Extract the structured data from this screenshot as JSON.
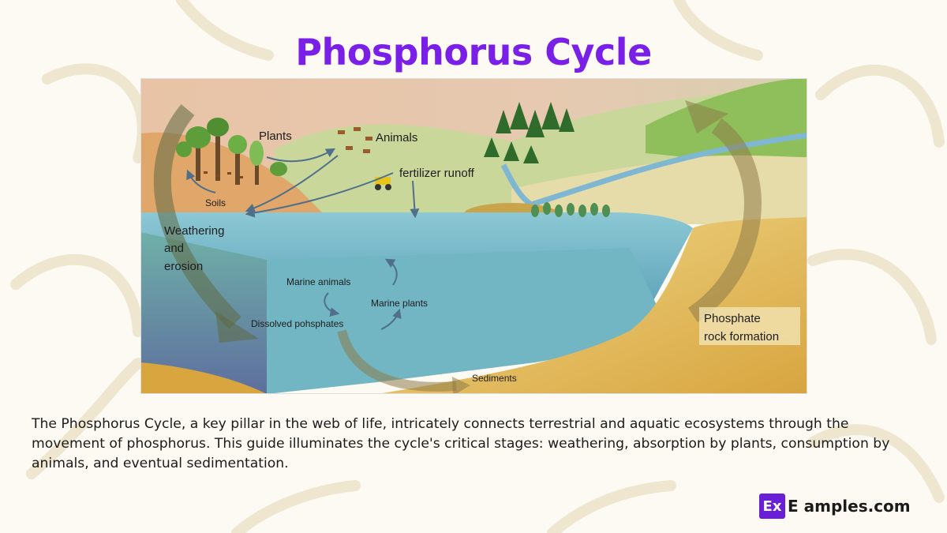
{
  "title": "Phosphorus Cycle",
  "diagram": {
    "labels": {
      "plants": "Plants",
      "animals": "Animals",
      "fertilizer_runoff": "fertilizer runoff",
      "soils": "Soils",
      "weathering_1": "Weathering",
      "weathering_2": "and",
      "weathering_3": "erosion",
      "marine_animals": "Marine animals",
      "marine_plants": "Marine plants",
      "dissolved_phosphates": "Dissolved pohsphates",
      "phosphate_1": "Phosphate",
      "phosphate_2": "rock formation",
      "sediments": "Sediments"
    }
  },
  "description": "The Phosphorus Cycle, a key pillar in the web of life, intricately connects terrestrial and aquatic ecosystems through the movement of phosphorus. This guide illuminates the cycle's critical stages: weathering, absorption by plants, consumption by animals, and eventual sedimentation.",
  "brand": {
    "badge": "Ex",
    "text": "E  amples.com"
  },
  "colors": {
    "title": "#7a1fe8",
    "brand": "#6a1fd6",
    "water": "#7fbccc",
    "land": "#d9b352"
  }
}
